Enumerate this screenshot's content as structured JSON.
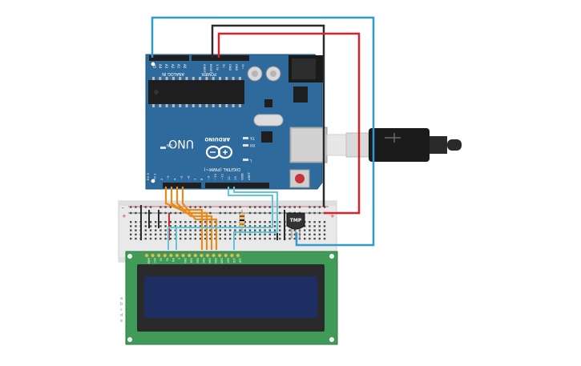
{
  "board": {
    "brand": "ARDUINO",
    "model": "UNO",
    "digital_label": "DIGITAL (PWM~)",
    "analog_label": "ANALOG IN",
    "power_label": "POWER",
    "analog_pins": [
      "A5",
      "A4",
      "A3",
      "A2",
      "A1",
      "A0"
    ],
    "power_pins": [
      "Vin",
      "GND",
      "GND",
      "5V",
      "3.3V",
      "RESET",
      "IOREF"
    ],
    "digital_pins": [
      "RX 0",
      "TX 1",
      "2",
      "~3",
      "4",
      "~5",
      "~6",
      "7",
      "8",
      "~9",
      "~10",
      "~11",
      "12",
      "13",
      "GND",
      "AREF"
    ],
    "leds": [
      "ON",
      "TX",
      "RX",
      "L"
    ]
  },
  "sensor": {
    "label": "TMP"
  },
  "lcd": {
    "pins": [
      "GND",
      "VCC",
      "V0",
      "RS",
      "RW",
      "E",
      "DB0",
      "DB1",
      "DB2",
      "DB3",
      "DB4",
      "DB5",
      "DB6",
      "DB7",
      "LED",
      "LED"
    ]
  },
  "breadboard": {
    "rail_plus": "+",
    "rail_minus": "-",
    "row_letters": [
      "a",
      "b",
      "c",
      "d",
      "e"
    ]
  },
  "colors": {
    "board": "#2e6a9b",
    "board_dark": "#24587f",
    "wire_blue": "#2f9bd1",
    "wire_red": "#d6242a",
    "wire_black": "#2b2b2b",
    "wire_orange": "#e88a1c",
    "wire_cyan": "#5ec6dd",
    "lcd_pcb": "#3f9b57",
    "lcd_screen": "#1d2e63"
  }
}
